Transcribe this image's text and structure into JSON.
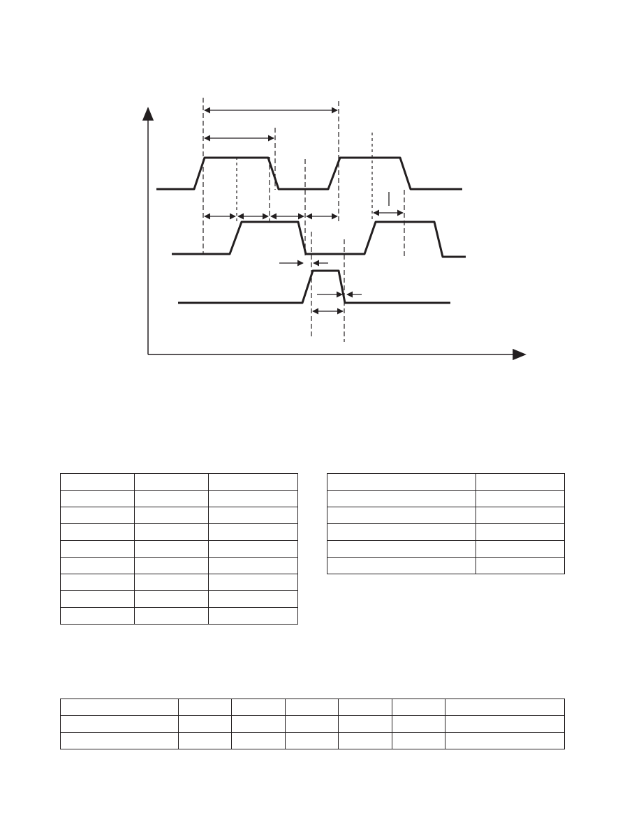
{
  "colors": {
    "line": "#231f20",
    "background": "#ffffff"
  },
  "timing_diagram": {
    "signals": [
      {
        "name": "",
        "label": ""
      },
      {
        "name": "",
        "label": ""
      },
      {
        "name": "",
        "label": ""
      }
    ],
    "annotations": []
  },
  "tables": {
    "left": {
      "columns": 3,
      "rows": [
        [
          "",
          "",
          ""
        ],
        [
          "",
          "",
          ""
        ],
        [
          "",
          "",
          ""
        ],
        [
          "",
          "",
          ""
        ],
        [
          "",
          "",
          ""
        ],
        [
          "",
          "",
          ""
        ],
        [
          "",
          "",
          ""
        ],
        [
          "",
          "",
          ""
        ],
        [
          "",
          "",
          ""
        ]
      ]
    },
    "right": {
      "columns": 2,
      "rows": [
        [
          "",
          ""
        ],
        [
          "",
          ""
        ],
        [
          "",
          ""
        ],
        [
          "",
          ""
        ],
        [
          "",
          ""
        ],
        [
          "",
          ""
        ]
      ]
    },
    "bottom": {
      "columns": 7,
      "rows": [
        [
          "",
          "",
          "",
          "",
          "",
          "",
          ""
        ],
        [
          "",
          "",
          "",
          "",
          "",
          "",
          ""
        ],
        [
          "",
          "",
          "",
          "",
          "",
          "",
          ""
        ]
      ]
    }
  }
}
